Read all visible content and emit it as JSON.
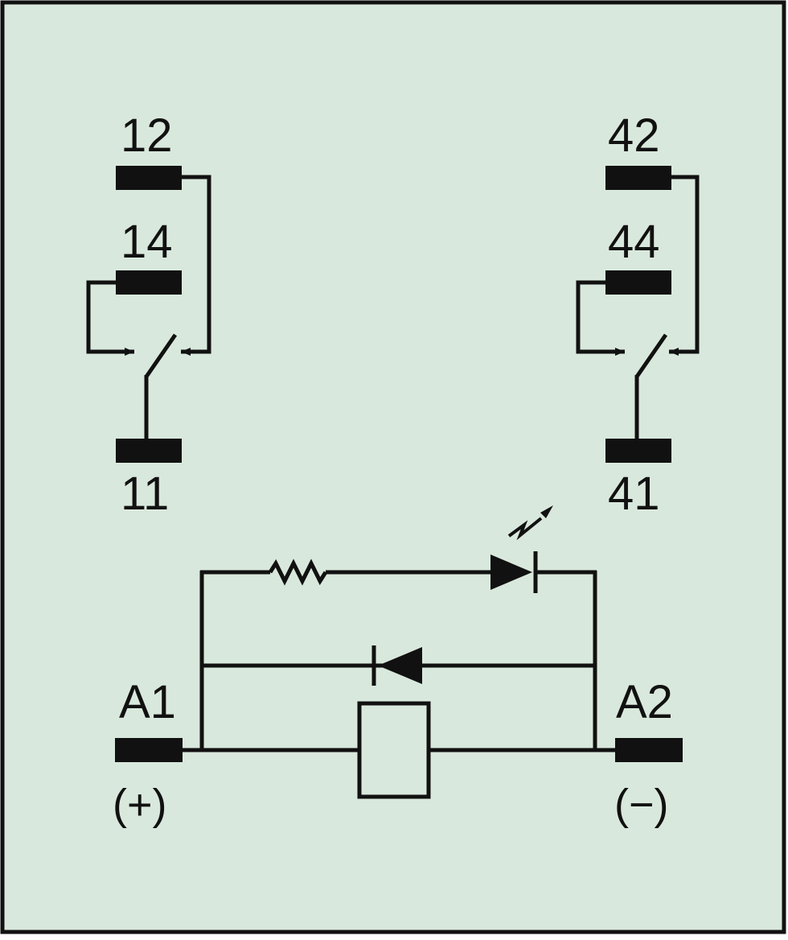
{
  "colors": {
    "background": "#d9e8dc",
    "ink": "#111111",
    "border": "#111111"
  },
  "contact_set_1": {
    "terminal_nc": "12",
    "terminal_no": "14",
    "terminal_common": "11"
  },
  "contact_set_4": {
    "terminal_nc": "42",
    "terminal_no": "44",
    "terminal_common": "41"
  },
  "coil": {
    "terminal_a1": "A1",
    "terminal_a1_polarity": "(+)",
    "terminal_a2": "A2",
    "terminal_a2_polarity": "(−)"
  },
  "symbols": {
    "resistor": "resistor",
    "led": "led",
    "flyback_diode": "diode",
    "coil": "relay-coil",
    "changeover_switch": "switch"
  }
}
